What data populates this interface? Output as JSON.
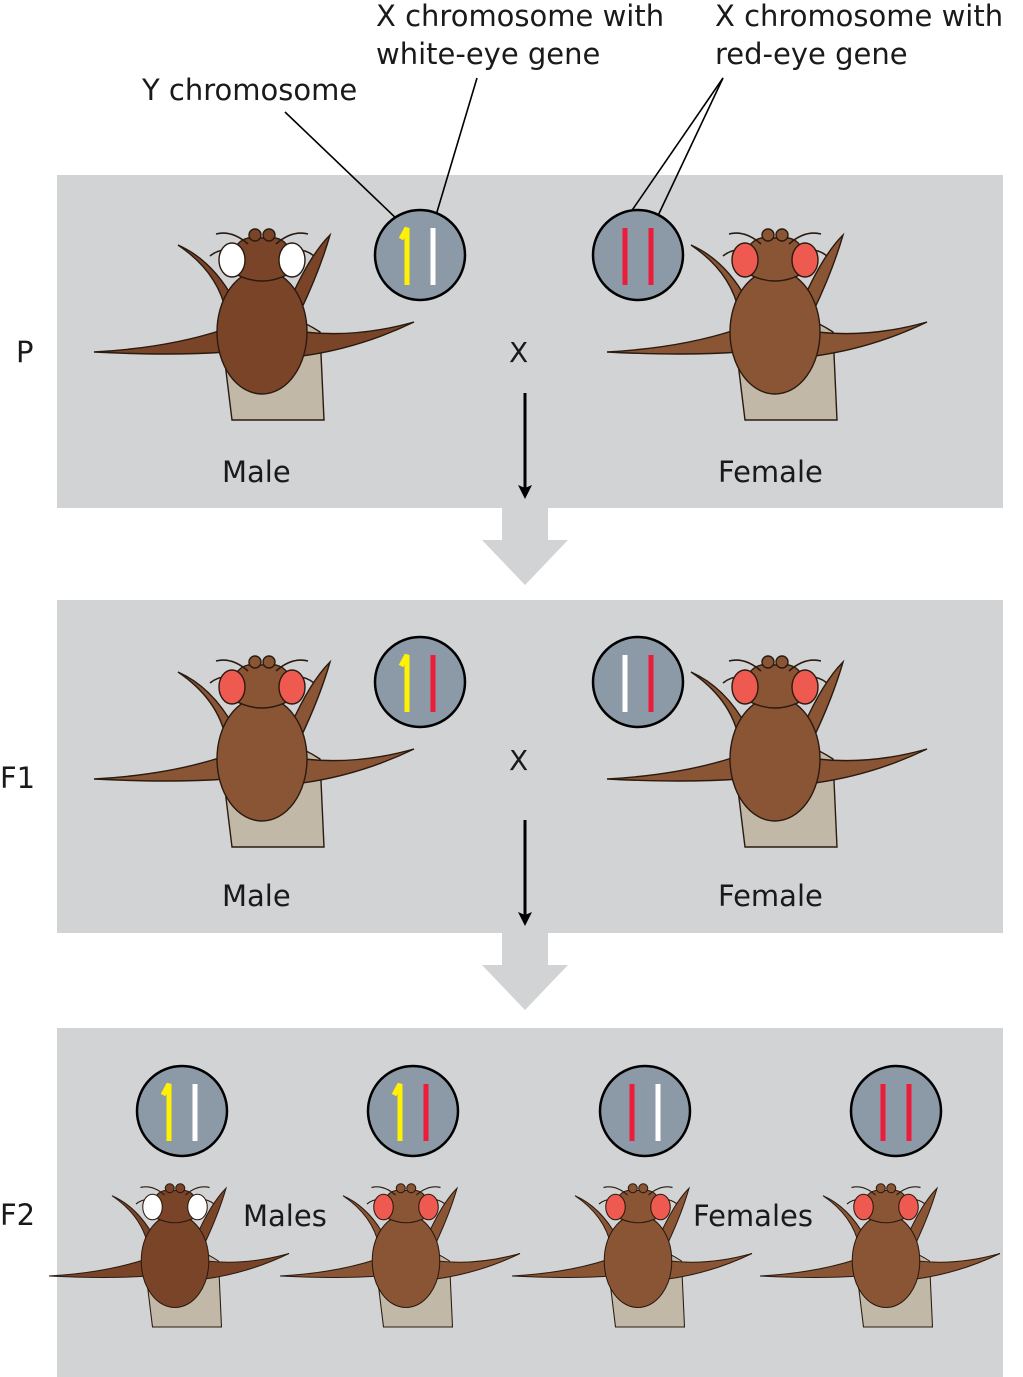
{
  "labels": {
    "y_chromosome": "Y chromosome",
    "x_white_line1": "X chromosome with",
    "x_white_line2": "white-eye gene",
    "x_red_line1": "X chromosome with",
    "x_red_line2": "red-eye gene"
  },
  "generations": {
    "p": "P",
    "f1": "F1",
    "f2": "F2"
  },
  "cross_symbol": "X",
  "sex_labels": {
    "male": "Male",
    "female": "Female",
    "males": "Males",
    "females": "Females"
  },
  "colors": {
    "panel": "#d1d3d4",
    "chromosome_circle": "#8c99a6",
    "y_chromosome": "#fff200",
    "x_white_eye": "#ffffff",
    "x_red_eye": "#ed1c3a",
    "fly_body": "#8a5535",
    "fly_body_dark": "#7a4428",
    "wing": "#c2b8a8",
    "eye_white": "#ffffff",
    "eye_red": "#ef5a50",
    "big_arrow": "#d1d3d4"
  },
  "genotypes": {
    "p_male": [
      "y_chromosome",
      "x_white_eye"
    ],
    "p_female": [
      "x_red_eye",
      "x_red_eye"
    ],
    "f1_male": [
      "y_chromosome",
      "x_red_eye"
    ],
    "f1_female": [
      "x_white_eye",
      "x_red_eye"
    ],
    "f2_male_1": [
      "y_chromosome",
      "x_white_eye"
    ],
    "f2_male_2": [
      "y_chromosome",
      "x_red_eye"
    ],
    "f2_female_1": [
      "x_red_eye",
      "x_white_eye"
    ],
    "f2_female_2": [
      "x_red_eye",
      "x_red_eye"
    ]
  },
  "eye_colors": {
    "p_male": "white",
    "p_female": "red",
    "f1_male": "red",
    "f1_female": "red",
    "f2_male_1": "white",
    "f2_male_2": "red",
    "f2_female_1": "red",
    "f2_female_2": "red"
  }
}
